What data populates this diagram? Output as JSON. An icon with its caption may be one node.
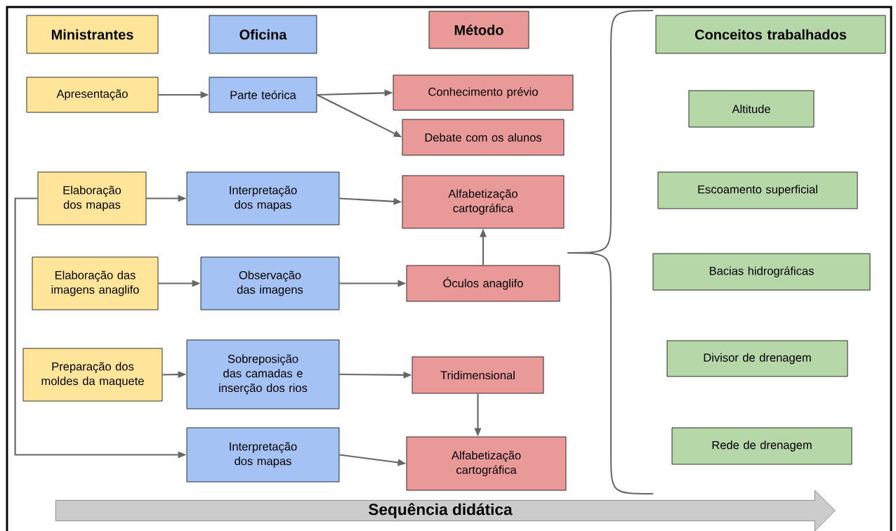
{
  "diagram": {
    "nodes": [
      {
        "text": [
          "Ministrantes"
        ]
      },
      {
        "text": [
          "Oficina"
        ]
      },
      {
        "text": [
          "Método"
        ]
      },
      {
        "text": [
          "Conceitos trabalhados"
        ]
      },
      {
        "text": [
          "Apresentação"
        ]
      },
      {
        "text": [
          "Parte teórica"
        ]
      },
      {
        "text": [
          "Conhecimento prévio"
        ]
      },
      {
        "text": [
          "Debate com os alunos"
        ]
      },
      {
        "text": [
          "Elaboração dos mapas"
        ]
      },
      {
        "text": [
          "Interpretação dos mapas"
        ]
      },
      {
        "text": [
          "Alfabetização cartográfica"
        ]
      },
      {
        "text": [
          "Elaboração das imagens anaglifo"
        ]
      },
      {
        "text": [
          "Observação das imagens"
        ]
      },
      {
        "text": [
          "Óculos anaglifo"
        ]
      },
      {
        "text": [
          "Preparação dos moldes da maquete"
        ]
      },
      {
        "text": [
          "Sobreposição das camadas e inserção dos rios"
        ]
      },
      {
        "text": [
          "Tridimensional"
        ]
      },
      {
        "text": [
          "Interpretação dos mapas"
        ]
      },
      {
        "text": [
          "Alfabetização cartográfica"
        ]
      },
      {
        "text": [
          "Altitude"
        ]
      },
      {
        "text": [
          "Escoamento superficial"
        ]
      },
      {
        "text": [
          "Bacias hidrográficas"
        ]
      },
      {
        "text": [
          "Divisor de drenagem"
        ]
      },
      {
        "text": [
          "Rede de drenagem"
        ]
      },
      {
        "text": [
          "Sequência didática"
        ]
      }
    ],
    "edges": [
      {
        "from": 4,
        "to": 5,
        "arrow": "to"
      },
      {
        "from": 5,
        "to": 6,
        "arrow": "to"
      },
      {
        "from": 5,
        "to": 7,
        "arrow": "to"
      },
      {
        "from": 8,
        "to": 9,
        "arrow": "to"
      },
      {
        "from": 9,
        "to": 10,
        "arrow": "to"
      },
      {
        "from": 11,
        "to": 12,
        "arrow": "to"
      },
      {
        "from": 12,
        "to": 13,
        "arrow": "to"
      },
      {
        "from": 13,
        "to": 10,
        "arrow": "to"
      },
      {
        "from": 14,
        "to": 15,
        "arrow": "to"
      },
      {
        "from": 15,
        "to": 16,
        "arrow": "to"
      },
      {
        "from": 16,
        "to": 18,
        "arrow": "to"
      },
      {
        "from": 8,
        "to": 17,
        "arrow": "to"
      },
      {
        "from": 17,
        "to": 18,
        "arrow": "to"
      }
    ]
  }
}
